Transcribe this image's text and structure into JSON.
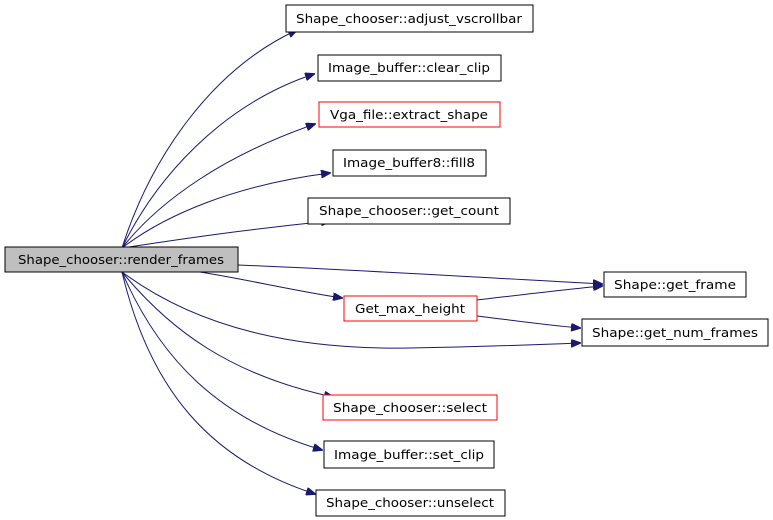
{
  "colors": {
    "edge": "#191970",
    "node_border_normal": "#000000",
    "node_border_warning": "#ff0000",
    "node_fill": "#ffffff",
    "focus_fill": "#bfbfbf"
  },
  "nodes": {
    "render_frames": {
      "label": "Shape_chooser::render_frames",
      "kind": "focus"
    },
    "adjust_vscrollbar": {
      "label": "Shape_chooser::adjust_vscrollbar",
      "kind": "normal"
    },
    "clear_clip": {
      "label": "Image_buffer::clear_clip",
      "kind": "normal"
    },
    "extract_shape": {
      "label": "Vga_file::extract_shape",
      "kind": "warning"
    },
    "fill8": {
      "label": "Image_buffer8::fill8",
      "kind": "normal"
    },
    "get_count": {
      "label": "Shape_chooser::get_count",
      "kind": "normal"
    },
    "get_frame": {
      "label": "Shape::get_frame",
      "kind": "normal"
    },
    "get_max_height": {
      "label": "Get_max_height",
      "kind": "warning"
    },
    "get_num_frames": {
      "label": "Shape::get_num_frames",
      "kind": "normal"
    },
    "select": {
      "label": "Shape_chooser::select",
      "kind": "warning"
    },
    "set_clip": {
      "label": "Image_buffer::set_clip",
      "kind": "normal"
    },
    "unselect": {
      "label": "Shape_chooser::unselect",
      "kind": "normal"
    }
  },
  "edges": [
    {
      "from": "render_frames",
      "to": "adjust_vscrollbar"
    },
    {
      "from": "render_frames",
      "to": "clear_clip"
    },
    {
      "from": "render_frames",
      "to": "extract_shape"
    },
    {
      "from": "render_frames",
      "to": "fill8"
    },
    {
      "from": "render_frames",
      "to": "get_count"
    },
    {
      "from": "render_frames",
      "to": "get_frame"
    },
    {
      "from": "render_frames",
      "to": "get_max_height"
    },
    {
      "from": "render_frames",
      "to": "get_num_frames"
    },
    {
      "from": "render_frames",
      "to": "select"
    },
    {
      "from": "render_frames",
      "to": "set_clip"
    },
    {
      "from": "render_frames",
      "to": "unselect"
    },
    {
      "from": "get_max_height",
      "to": "get_frame"
    },
    {
      "from": "get_max_height",
      "to": "get_num_frames"
    }
  ]
}
